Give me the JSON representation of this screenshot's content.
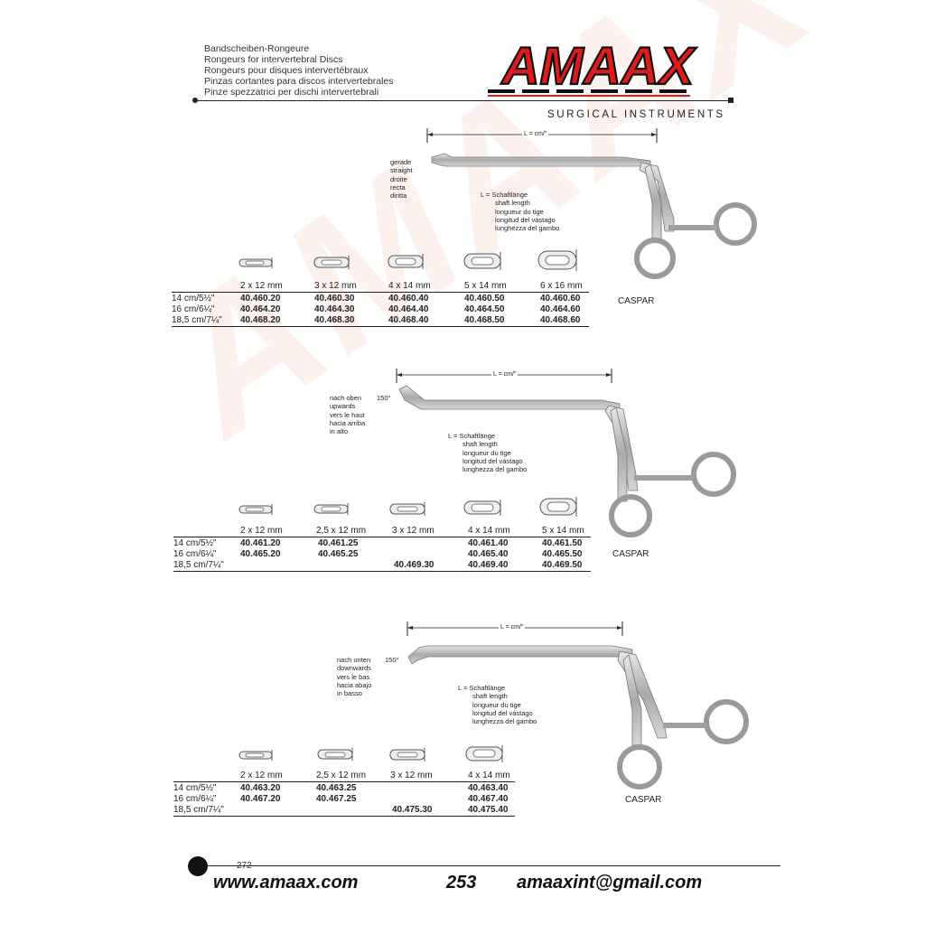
{
  "header": {
    "lines": [
      "Bandscheiben-Rongeure",
      "Rongeurs for intervertebral Discs",
      "Rongeurs pour disques intervertébraux",
      "Pinzas cortantes para discos intervertebrales",
      "Pinze spezzatrici per dischi intervertebrali"
    ]
  },
  "logo": {
    "text": "AMAAX",
    "subtitle": "SURGICAL INSTRUMENTS",
    "color": "#e01b1b"
  },
  "sections": [
    {
      "angle": "",
      "direction": [
        "gerade",
        "straight",
        "droite",
        "recta",
        "diritta"
      ],
      "dimension": "L = cm/\"",
      "shaft_note": [
        "L =  Schaftlänge",
        "shaft length",
        "longueur du tige",
        "longitud del vástago",
        "lunghezza del gambo"
      ],
      "sizes": [
        "2 x 12 mm",
        "3 x 12 mm",
        "4 x 14 mm",
        "5 x 14 mm",
        "6 x 16 mm"
      ],
      "rows": [
        {
          "label": "14 cm/5½\"",
          "cells": [
            "40.460.20",
            "40.460.30",
            "40.460.40",
            "40.460.50",
            "40.460.60"
          ]
        },
        {
          "label": "16 cm/6¼\"",
          "cells": [
            "40.464.20",
            "40.464.30",
            "40.464.40",
            "40.464.50",
            "40.464.60"
          ]
        },
        {
          "label": "18,5 cm/7¼\"",
          "cells": [
            "40.468.20",
            "40.468.30",
            "40.468.40",
            "40.468.50",
            "40.468.60"
          ]
        }
      ],
      "name": "CASPAR"
    },
    {
      "angle": "150°",
      "direction": [
        "nach oben",
        "upwards",
        "vers le haut",
        "hacia arriba",
        "in alto"
      ],
      "dimension": "L = cm/\"",
      "shaft_note": [
        "L =  Schaftlänge",
        "shaft length",
        "longueur du tige",
        "longitud del vástago",
        "lunghezza del gambo"
      ],
      "sizes": [
        "2 x 12 mm",
        "2,5 x 12 mm",
        "3 x 12 mm",
        "4 x 14 mm",
        "5 x 14 mm"
      ],
      "rows": [
        {
          "label": "14 cm/5½\"",
          "cells": [
            "40.461.20",
            "40.461.25",
            "",
            "40.461.40",
            "40.461.50"
          ]
        },
        {
          "label": "16 cm/6¼\"",
          "cells": [
            "40.465.20",
            "40.465.25",
            "",
            "40.465.40",
            "40.465.50"
          ]
        },
        {
          "label": "18,5 cm/7¼\"",
          "cells": [
            "",
            "",
            "40.469.30",
            "40.469.40",
            "40.469.50"
          ]
        }
      ],
      "name": "CASPAR"
    },
    {
      "angle": "150°",
      "direction": [
        "nach unten",
        "downwards",
        "vers le bas",
        "hacia abajo",
        "in basso"
      ],
      "dimension": "L = cm/\"",
      "shaft_note": [
        "L =  Schaftlänge",
        "shaft length",
        "longueur du tige",
        "longitud del vástago",
        "lunghezza del gambo"
      ],
      "sizes": [
        "2 x 12 mm",
        "2,5 x 12 mm",
        "3 x 12 mm",
        "4 x 14 mm"
      ],
      "rows": [
        {
          "label": "14 cm/5½\"",
          "cells": [
            "40.463.20",
            "40.463.25",
            "",
            "40.463.40"
          ]
        },
        {
          "label": "16 cm/6¼\"",
          "cells": [
            "40.467.20",
            "40.467.25",
            "",
            "40.467.40"
          ]
        },
        {
          "label": "18,5 cm/7¼\"",
          "cells": [
            "",
            "",
            "40.475.30",
            "40.475.40"
          ]
        }
      ],
      "name": "CASPAR"
    }
  ],
  "footer": {
    "page_small": "272",
    "website": "www.amaax.com",
    "page_number": "253",
    "email": "amaaxint@gmail.com"
  }
}
